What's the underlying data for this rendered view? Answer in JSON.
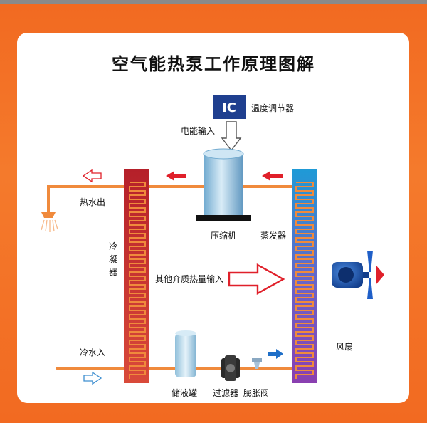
{
  "title": "空气能热泵工作原理图解",
  "controller": {
    "chip": "IC",
    "label": "温度调节器"
  },
  "labels": {
    "power_input": "电能输入",
    "hot_water_out": "热水出",
    "condenser": "冷凝器",
    "compressor": "压缩机",
    "evaporator": "蒸发器",
    "medium_heat_input": "其他介质热量输入",
    "cold_water_in": "冷水入",
    "receiver": "储液罐",
    "filter": "过滤器",
    "expansion_valve": "膨胀阀",
    "fan": "风扇"
  },
  "colors": {
    "frame": "#f26a21",
    "pipe": "#f08a3c",
    "flow_arrow": "#e0202a",
    "controller_box": "#1f3f8f",
    "evaporator": "#2f8fd0",
    "condenser": "#c0262c",
    "fan": "#1f5fc8"
  }
}
